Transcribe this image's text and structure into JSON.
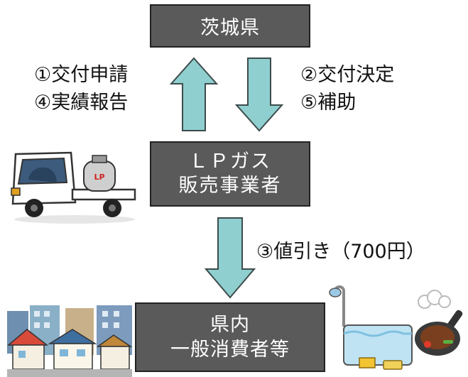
{
  "nodes": {
    "prefecture": "茨城県",
    "seller_line1": "ＬＰガス",
    "seller_line2": "販売事業者",
    "consumer_line1": "県内",
    "consumer_line2": "一般消費者等"
  },
  "flows": {
    "up_line1": "①交付申請",
    "up_line2": "④実績報告",
    "down_line1": "②交付決定",
    "down_line2": "⑤補助",
    "discount": "③値引き（700円）"
  },
  "illustrations": [
    "lp-gas-truck",
    "houses",
    "bathtub-shower",
    "frying-pan"
  ],
  "colors": {
    "box": "#5a5a5a",
    "arrow": "#8fcfd0",
    "arrow_border": "#3e4b4b"
  }
}
